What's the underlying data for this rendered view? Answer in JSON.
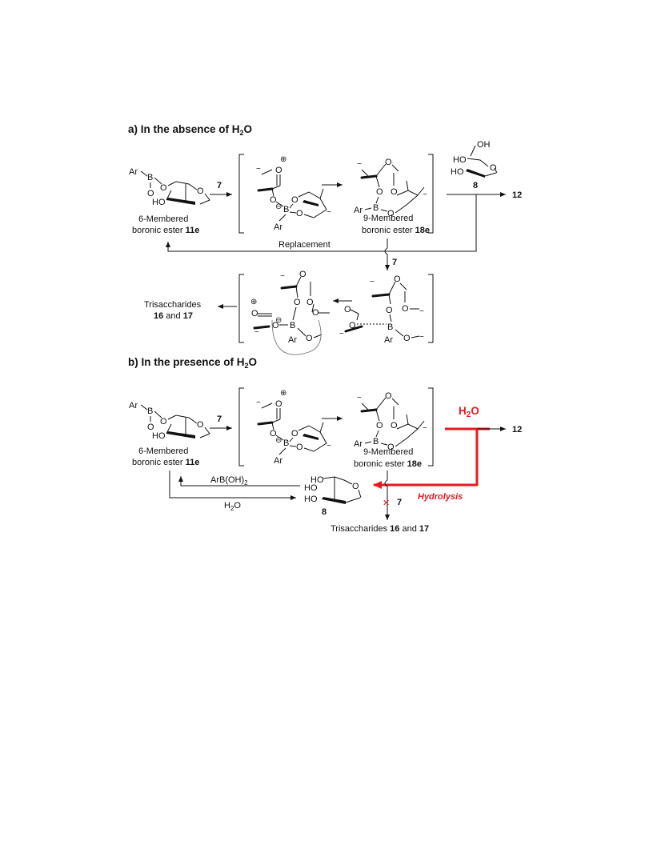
{
  "section_a": {
    "heading_prefix": "a) In the absence of H",
    "heading_sub": "2",
    "heading_suffix": "O",
    "reagent_7": "7",
    "label_6_membered": "6-Membered",
    "label_boronic_ester": "boronic ester ",
    "label_11e": "11e",
    "label_9_membered": "9-Membered",
    "label_18e": "18e",
    "compound_8": "8",
    "product_12": "12",
    "replacement": "Replacement",
    "trisaccharides": "Trisaccharides",
    "trisaccharides_16": "16",
    "trisaccharides_and": " and ",
    "trisaccharides_17": "17",
    "atoms": {
      "ar": "Ar",
      "b": "B",
      "o": "O",
      "ho": "HO",
      "oh": "OH",
      "plus": "⊕",
      "minus": "⊖",
      "wavy": "~"
    }
  },
  "section_b": {
    "heading_prefix": "b) In the presence of H",
    "heading_sub": "2",
    "heading_suffix": "O",
    "reagent_7": "7",
    "label_6_membered": "6-Membered",
    "label_boronic_ester": "boronic ester ",
    "label_11e": "11e",
    "label_9_membered": "9-Membered",
    "label_18e": "18e",
    "water_red": "H",
    "water_red_sub": "2",
    "water_red_o": "O",
    "product_12": "12",
    "arboh2": "ArB(OH)",
    "arboh2_sub": "2",
    "h2o": "H",
    "h2o_sub": "2",
    "h2o_o": "O",
    "compound_8": "8",
    "hydrolysis": "Hydrolysis",
    "blocked_7": "7",
    "cross": "✕",
    "trisaccharides_line": "Trisaccharides ",
    "trisaccharides_16": "16",
    "trisaccharides_and": " and ",
    "trisaccharides_17": "17"
  }
}
